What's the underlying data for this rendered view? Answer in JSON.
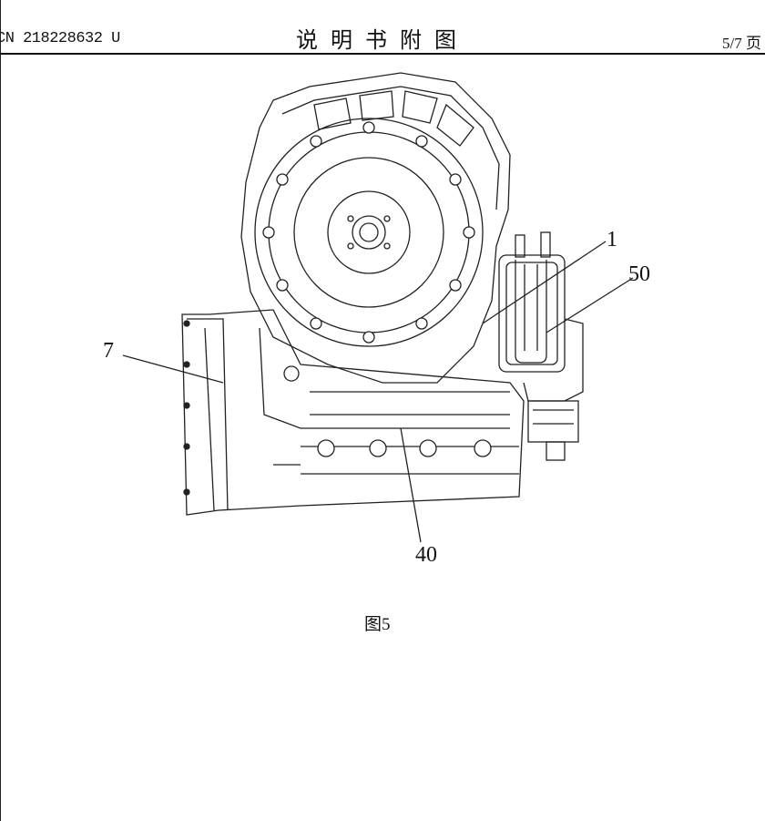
{
  "header": {
    "publication_number": "CN 218228632 U",
    "title": "说明书附图",
    "page": "5/7 页"
  },
  "figure": {
    "caption": "图5",
    "reference_labels": [
      "7",
      "1",
      "50",
      "40"
    ]
  }
}
